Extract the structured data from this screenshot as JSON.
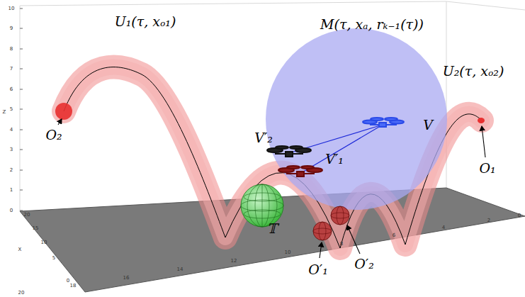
{
  "diagram": {
    "labels": [
      "U₁(τ, xₒ₁)",
      "M(τ, xₐ, rₖ₋₁(τ))",
      "U₂(τ, xₒ₂)",
      "O₂",
      "V",
      "V′₂",
      "V′₁",
      "O₁",
      "𝕋",
      "O′₁",
      "O′₂",
      "10",
      "9",
      "8",
      "7",
      "6",
      "5",
      "4",
      "3",
      "2",
      "1",
      "0",
      "Z",
      "20",
      "15",
      "10",
      "5",
      "X",
      "0",
      "20",
      "18",
      "16",
      "14",
      "12",
      "10",
      "8",
      "6",
      "4",
      "2",
      "0"
    ]
  }
}
